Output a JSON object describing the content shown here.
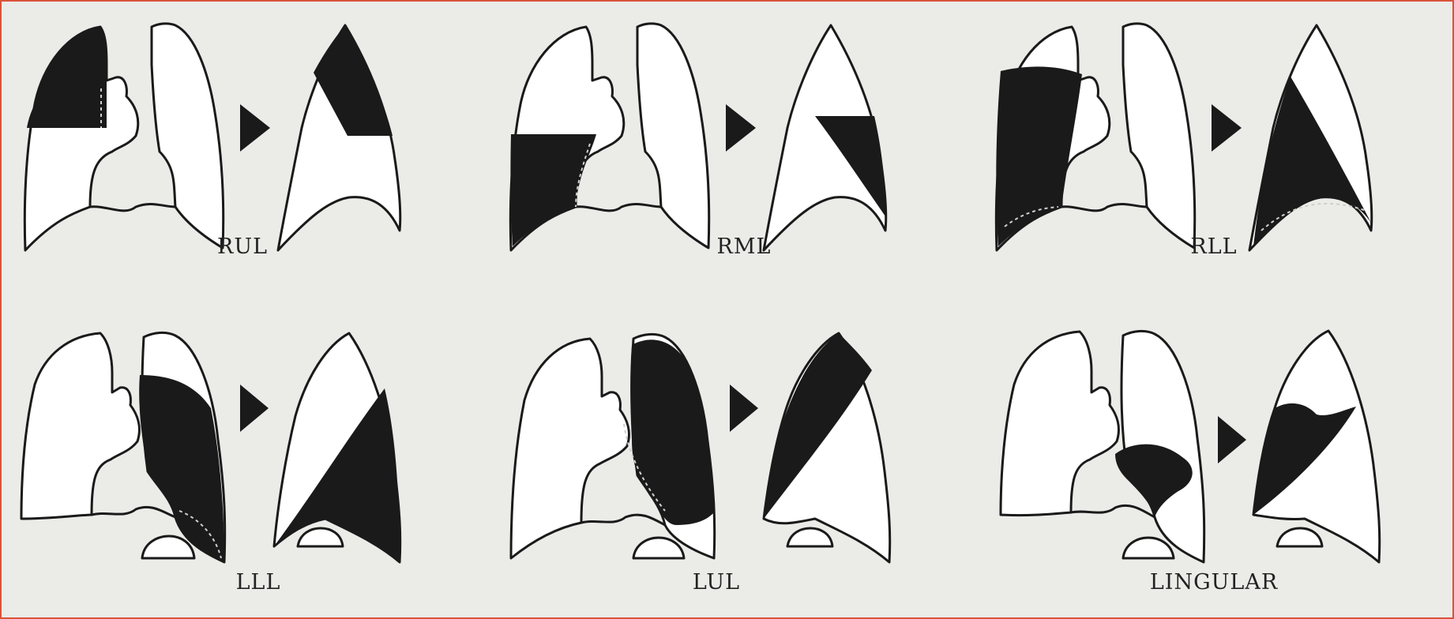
{
  "figure": {
    "border_color": "#d9533a",
    "background_color": "#ebebe8",
    "shading_color": "#1a1a1a",
    "panels": [
      {
        "id": "rul",
        "label": "RUL"
      },
      {
        "id": "rml",
        "label": "RML"
      },
      {
        "id": "rll",
        "label": "RLL"
      },
      {
        "id": "lll",
        "label": "LLL"
      },
      {
        "id": "lul",
        "label": "LUL"
      },
      {
        "id": "lingular",
        "label": "LINGULAR"
      }
    ]
  }
}
